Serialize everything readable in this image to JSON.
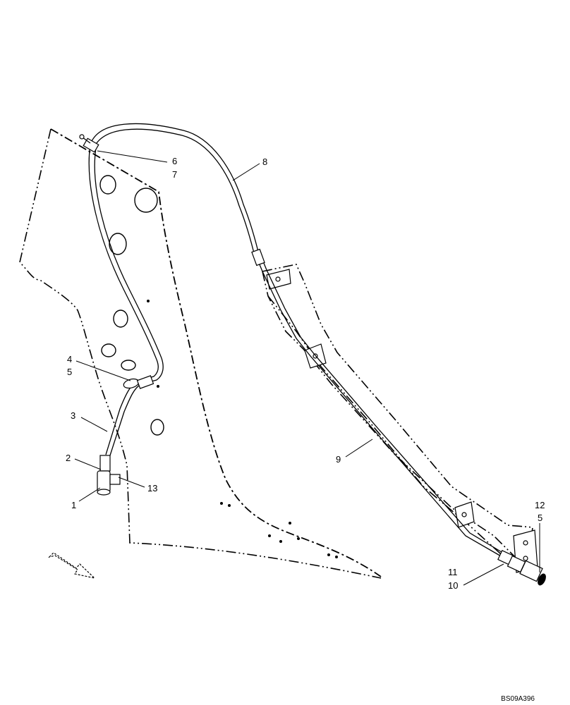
{
  "diagram": {
    "callouts": {
      "c1": "1",
      "c2": "2",
      "c3": "3",
      "c4": "4",
      "c5a": "5",
      "c6": "6",
      "c7": "7",
      "c8": "8",
      "c9": "9",
      "c10": "10",
      "c11": "11",
      "c12": "12",
      "c5b": "5",
      "c13": "13"
    },
    "reference_code": "BS09A396",
    "icons": [
      "direction-arrow-icon"
    ]
  }
}
